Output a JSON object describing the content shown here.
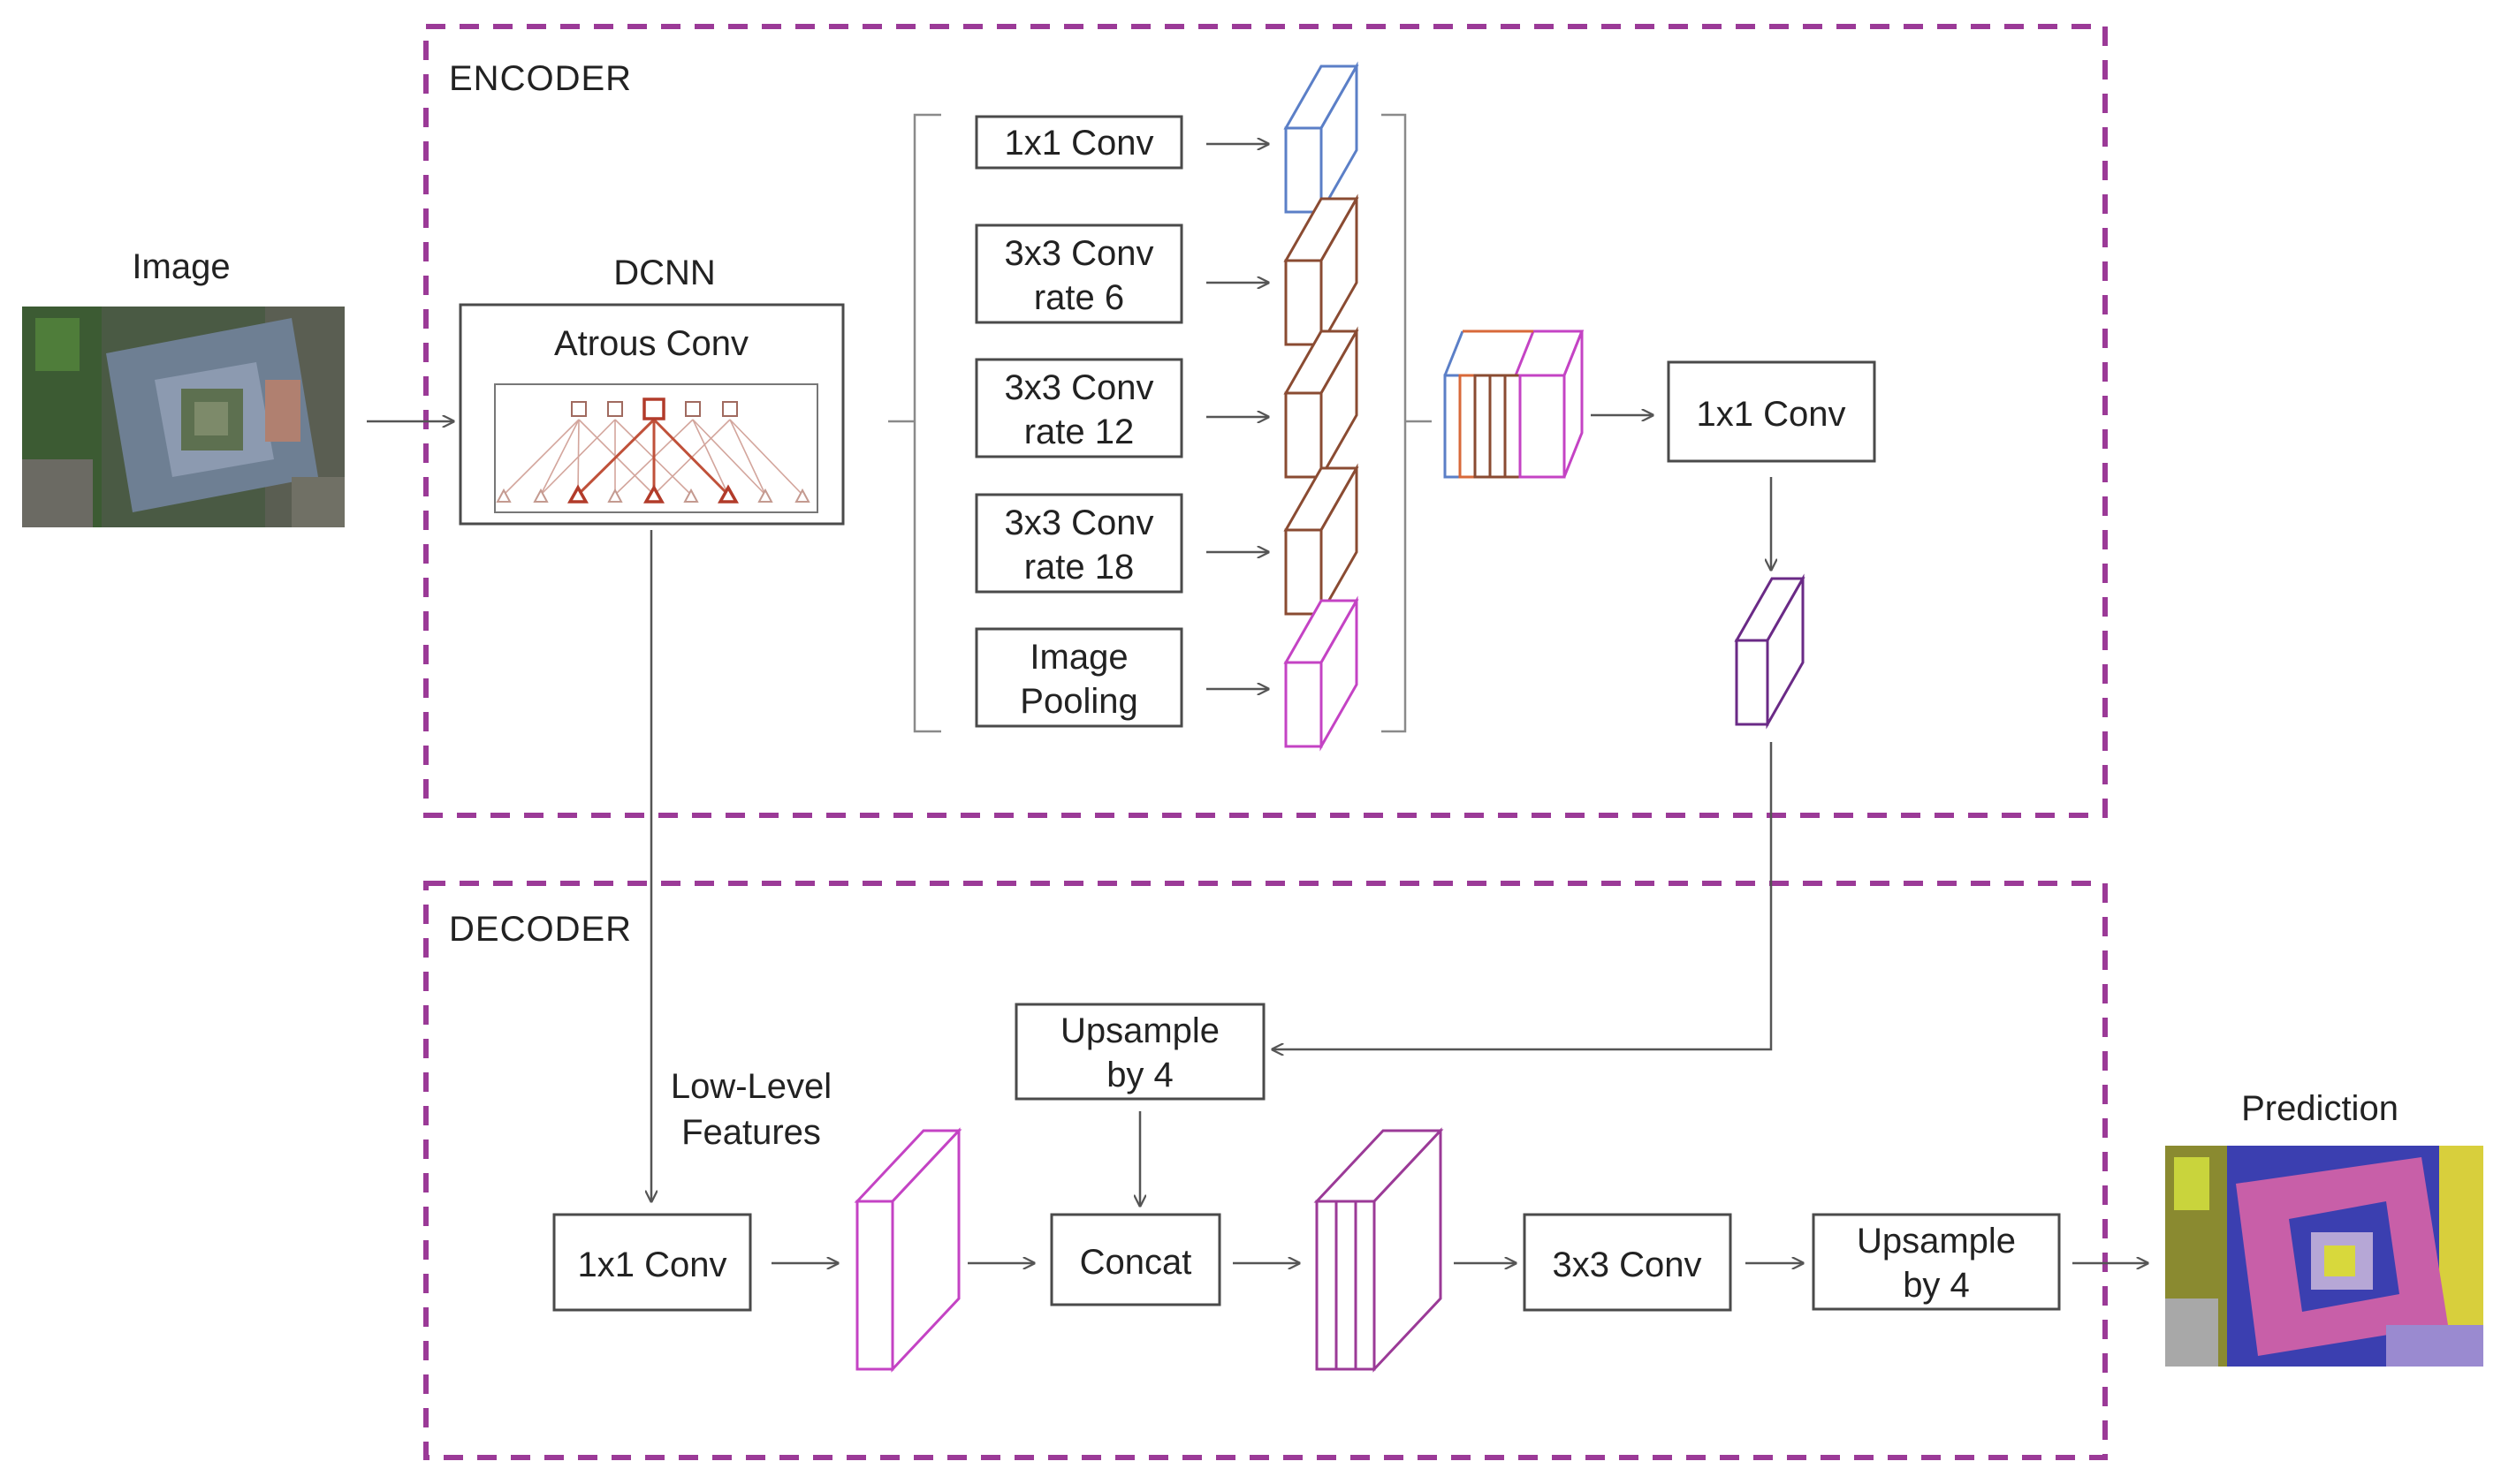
{
  "colors": {
    "frame": "#9b3a97",
    "magenta": "#c443c4",
    "blue": "#5b7fc7",
    "brown": "#8a4b32",
    "purple": "#6a2a86",
    "orange": "#d8693a"
  },
  "encoder": {
    "title": "ENCODER",
    "input_label": "Image",
    "dcnn_label": "DCNN",
    "atrous_label": "Atrous Conv",
    "branches": [
      {
        "line1": "1x1 Conv",
        "line2": ""
      },
      {
        "line1": "3x3 Conv",
        "line2": "rate 6"
      },
      {
        "line1": "3x3 Conv",
        "line2": "rate 12"
      },
      {
        "line1": "3x3 Conv",
        "line2": "rate 18"
      },
      {
        "line1": "Image",
        "line2": "Pooling"
      }
    ],
    "post_conv": "1x1 Conv"
  },
  "decoder": {
    "title": "DECODER",
    "low_level_line1": "Low-Level",
    "low_level_line2": "Features",
    "conv1x1": "1x1 Conv",
    "up1_line1": "Upsample",
    "up1_line2": "by 4",
    "concat": "Concat",
    "conv3x3": "3x3 Conv",
    "up2_line1": "Upsample",
    "up2_line2": "by 4",
    "output_label": "Prediction"
  }
}
